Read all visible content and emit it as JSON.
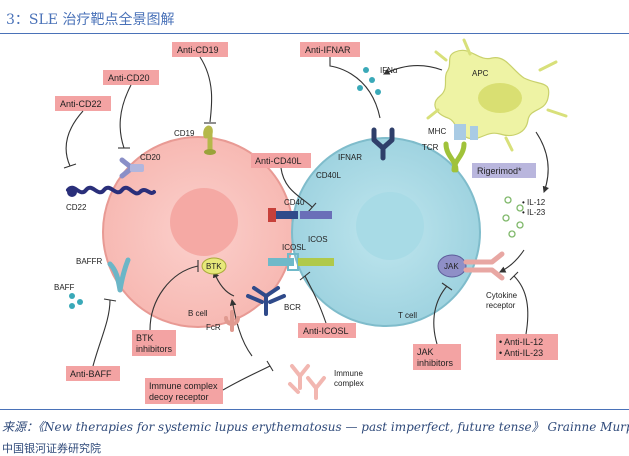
{
  "title": "3：SLE 治疗靶点全景图解",
  "source": "来源：《New therapies for systemic lupus erythematosus — past imperfect, future tense》 Grainne Murphy",
  "source_line2": "中国银河证券研究院",
  "cells": {
    "b_cell": "B cell",
    "t_cell": "T cell",
    "apc": "APC"
  },
  "drugs": {
    "anti_cd19": "Anti-CD19",
    "anti_cd20": "Anti-CD20",
    "anti_cd22": "Anti-CD22",
    "anti_ifnar": "Anti-IFNAR",
    "anti_cd40l": "Anti-CD40L",
    "rigerimod": "Rigerimod*",
    "anti_icosl": "Anti-ICOSL",
    "anti_baff": "Anti-BAFF",
    "btk_inhibitors_1": "BTK",
    "btk_inhibitors_2": "inhibitors",
    "jak_inhibitors_1": "JAK",
    "jak_inhibitors_2": "inhibitors",
    "immune_decoy_1": "Immune complex",
    "immune_decoy_2": "decoy receptor",
    "anti_il12": "• Anti-IL-12",
    "anti_il23": "• Anti-IL-23"
  },
  "molecules": {
    "cd19": "CD19",
    "cd20": "CD20",
    "cd22": "CD22",
    "cd40": "CD40",
    "cd40l": "CD40L",
    "icos": "ICOS",
    "icosl": "ICOSL",
    "ifnar": "IFNAR",
    "ifna": "IFNα",
    "mhc": "MHC",
    "tcr": "TCR",
    "il12": "• IL-12",
    "il23": "• IL-23",
    "baffr": "BAFFR",
    "baff": "BAFF",
    "btk": "BTK",
    "bcr": "BCR",
    "fcr": "FcR",
    "jak": "JAK",
    "cytokine_1": "Cytokine",
    "cytokine_2": "receptor",
    "immune_complex_1": "Immune",
    "immune_complex_2": "complex"
  }
}
